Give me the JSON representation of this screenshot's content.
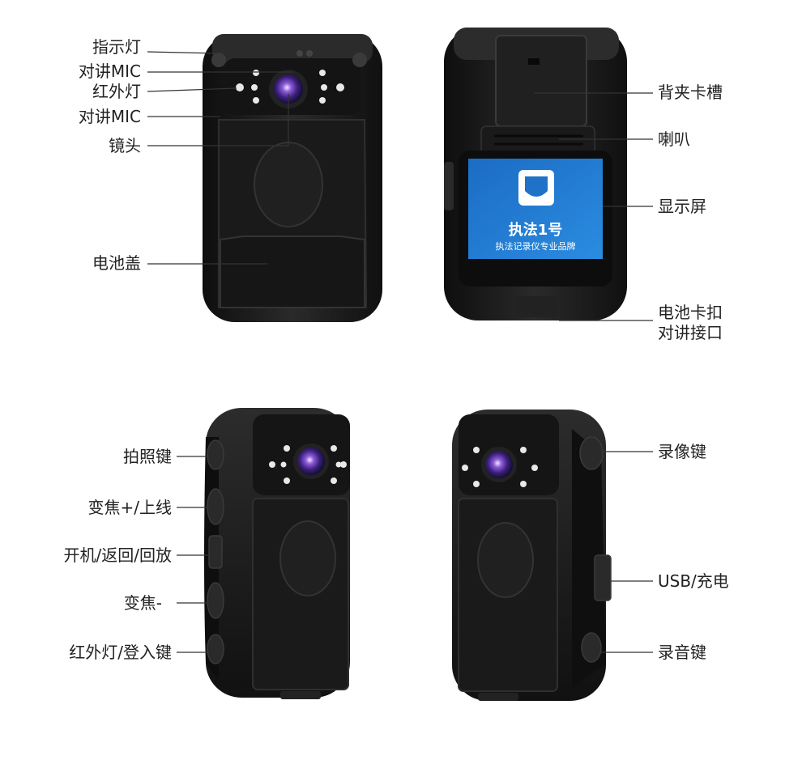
{
  "diagram": {
    "front_view": {
      "labels": [
        "指示灯",
        "对讲MIC",
        "红外灯",
        "对讲MIC",
        "镜头",
        "电池盖"
      ]
    },
    "back_view": {
      "labels": [
        "背夹卡槽",
        "喇叭",
        "显示屏",
        "电池卡扣",
        "对讲接口"
      ],
      "screen": {
        "title": "执法1号",
        "subtitle": "执法记录仪专业品牌",
        "background_color": "#1e73c8"
      }
    },
    "left_side_view": {
      "labels": [
        "拍照键",
        "变焦+/上线",
        "开机/返回/回放",
        "变焦-",
        "红外灯/登入键"
      ]
    },
    "right_side_view": {
      "labels": [
        "录像键",
        "USB/充电",
        "录音键"
      ]
    },
    "colors": {
      "device_body": "#1b1b1b",
      "leader_line": "#333333",
      "lens_accent": "#6a3fb5"
    }
  }
}
